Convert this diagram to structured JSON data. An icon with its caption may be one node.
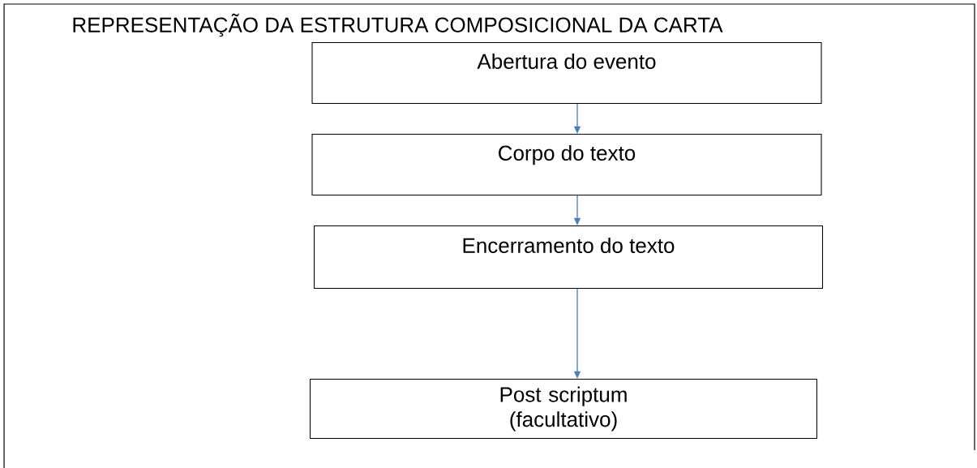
{
  "diagram": {
    "title": "REPRESENTAÇÃO DA ESTRUTURA COMPOSICIONAL DA CARTA",
    "nodes": [
      {
        "text": [
          "Abertura do evento"
        ]
      },
      {
        "text": [
          "Corpo do texto"
        ]
      },
      {
        "text": [
          "Encerramento do texto"
        ]
      },
      {
        "text": [
          "Post scriptum (facultativo)"
        ]
      }
    ],
    "edges": [
      {
        "from": 0,
        "to": 1,
        "arrow": "to"
      },
      {
        "from": 1,
        "to": 2,
        "arrow": "to"
      },
      {
        "from": 2,
        "to": 3,
        "arrow": "to"
      }
    ]
  }
}
